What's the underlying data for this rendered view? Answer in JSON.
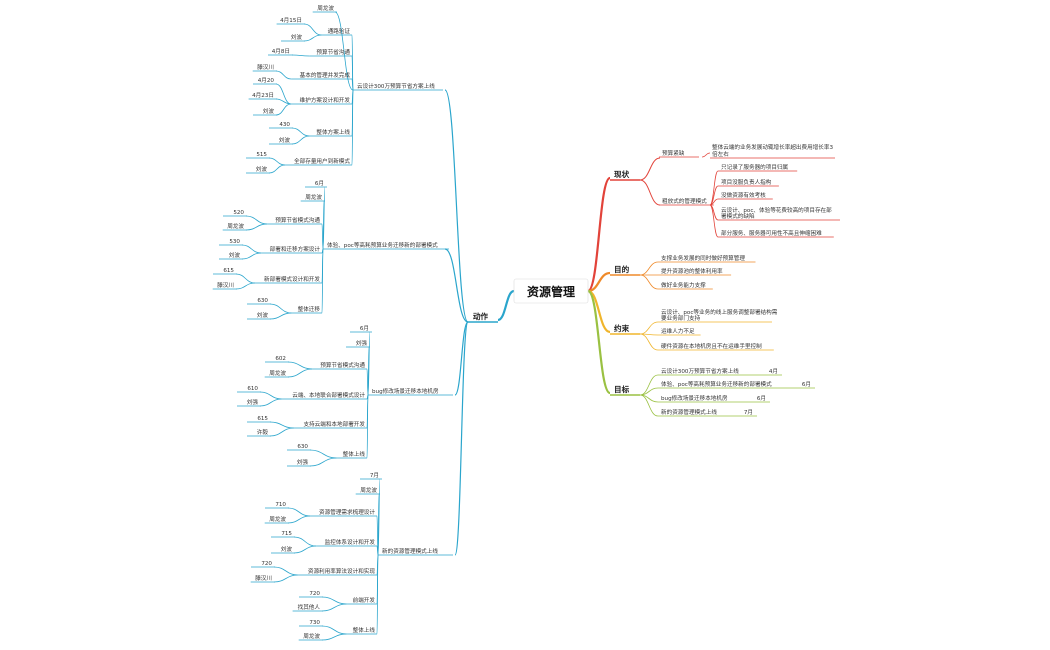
{
  "root": "资源管理",
  "branches": {
    "xianzhuang": {
      "label": "现状",
      "color": "#e2433a",
      "items": [
        {
          "label": "预算紧缺",
          "children": [
            "整体云端的业务发展动辄增长率超出费用增长率3倍左右"
          ]
        },
        {
          "label": "粗放式的管理模式",
          "children": [
            "只记录了服务器的项目归属",
            "项目没服负责人指构",
            "没做资源有效考核",
            "云设计、poc、体验等花费较高的项目存在部署模式的缺陷",
            "部分服务、服务器可用性不高且伸缩困难"
          ]
        }
      ]
    },
    "mudi": {
      "label": "目的",
      "color": "#ef8a2a",
      "items": [
        "支撑业务发展的同时做好预算管理",
        "提升资源池的整体利用率",
        "做好业务能力支撑"
      ]
    },
    "yueshu": {
      "label": "约束",
      "color": "#f0b52c",
      "items": [
        "云设计、poc等业务的线上服务调整部署结构需要业务部门支持",
        "运维人力不足",
        "硬件资源在本地机房且不在运维手里控制"
      ]
    },
    "mubiao": {
      "label": "目标",
      "color": "#9ac142",
      "items": [
        {
          "label": "云设计300万预算节省方案上线",
          "date": "4月"
        },
        {
          "label": "体验、poc等高耗预算业务迁移新的部署模式",
          "date": "6月"
        },
        {
          "label": "bug修改场景迁移本地机房",
          "date": "6月"
        },
        {
          "label": "新的资源管理模式上线",
          "date": "7月"
        }
      ]
    },
    "dongzuo": {
      "label": "动作",
      "color": "#2aa5cc",
      "groups": [
        {
          "label": "云设计300万预算节省方案上线",
          "owner": "周龙波",
          "tasks": [
            {
              "label": "通路验证",
              "date": "4月15日",
              "person": "刘波"
            },
            {
              "label": "预算节省沟通",
              "date": "4月8日",
              "person": ""
            },
            {
              "label": "基本的管理并发完成",
              "date": "",
              "person": "滕汉川"
            },
            {
              "label": "维护方案设计和开发",
              "date": "4月20",
              "person": ""
            },
            {
              "label": "",
              "date": "4月23日",
              "person": "刘波"
            },
            {
              "label": "整体方案上线",
              "date": "430",
              "person": "刘波"
            },
            {
              "label": "全部存量用户到新模式",
              "date": "515",
              "person": "刘波"
            }
          ]
        },
        {
          "label": "体验、poc等高耗预算业务迁移新的部署模式",
          "owner": "6月",
          "tasks": [
            {
              "label": "",
              "date": "",
              "person": "周龙波"
            },
            {
              "label": "预算节省模式沟通",
              "date": "520",
              "person": "周龙波"
            },
            {
              "label": "部署和迁移方案设计",
              "date": "530",
              "person": "刘波"
            },
            {
              "label": "新部署模式设计和开发",
              "date": "615",
              "person": "滕汉川"
            },
            {
              "label": "整体迁移",
              "date": "630",
              "person": "刘波"
            }
          ]
        },
        {
          "label": "bug修改场景迁移本地机房",
          "owner": "6月",
          "tasks": [
            {
              "label": "",
              "date": "",
              "person": "刘强"
            },
            {
              "label": "预算节省模式沟通",
              "date": "602",
              "person": "周龙波"
            },
            {
              "label": "云端、本地联合部署模式设计",
              "date": "610",
              "person": "刘强"
            },
            {
              "label": "支持云端和本地部署开发",
              "date": "615",
              "person": "许毅"
            },
            {
              "label": "整体上线",
              "date": "630",
              "person": "刘强"
            }
          ]
        },
        {
          "label": "新的资源管理模式上线",
          "owner": "7月",
          "tasks": [
            {
              "label": "",
              "date": "",
              "person": "周龙波"
            },
            {
              "label": "资源管理需求梳理设计",
              "date": "710",
              "person": "周龙波"
            },
            {
              "label": "监控体系设计和开发",
              "date": "715",
              "person": "刘波"
            },
            {
              "label": "资源利用率算法设计和实现",
              "date": "720",
              "person": "滕汉川"
            },
            {
              "label": "前端开发",
              "date": "720",
              "person": "找其他人"
            },
            {
              "label": "整体上线",
              "date": "730",
              "person": "周龙波"
            }
          ]
        }
      ]
    }
  }
}
